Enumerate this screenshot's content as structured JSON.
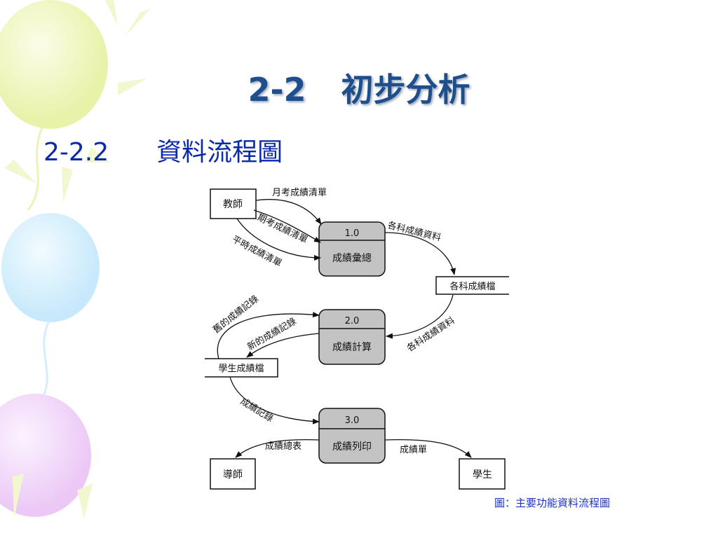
{
  "slide": {
    "title_number": "2-2",
    "title_text": "初步分析",
    "section_number": "2-2.2",
    "section_text": "資料流程圖",
    "caption": "圖：主要功能資料流程圖"
  },
  "diagram": {
    "entities": {
      "teacher": "教師",
      "subject_file": "各科成績檔",
      "student_file": "學生成績檔",
      "mentor": "導師",
      "student": "學生"
    },
    "processes": [
      {
        "id": "1.0",
        "name": "成績彙總"
      },
      {
        "id": "2.0",
        "name": "成績計算"
      },
      {
        "id": "3.0",
        "name": "成績列印"
      }
    ],
    "flows": {
      "monthly": "月考成績清單",
      "midterm": "期考成績清單",
      "usual": "平時成績清單",
      "subject_data_1": "各科成績資料",
      "subject_data_2": "各科成績資料",
      "old_records": "舊的成績記錄",
      "new_records": "新的成績記錄",
      "records": "成績記錄",
      "summary": "成績總表",
      "report": "成績單"
    }
  },
  "colors": {
    "title": "#1f4e8c",
    "section": "#0b2aa8",
    "caption": "#1e34c8",
    "process_fill": "#c3c3c3"
  }
}
